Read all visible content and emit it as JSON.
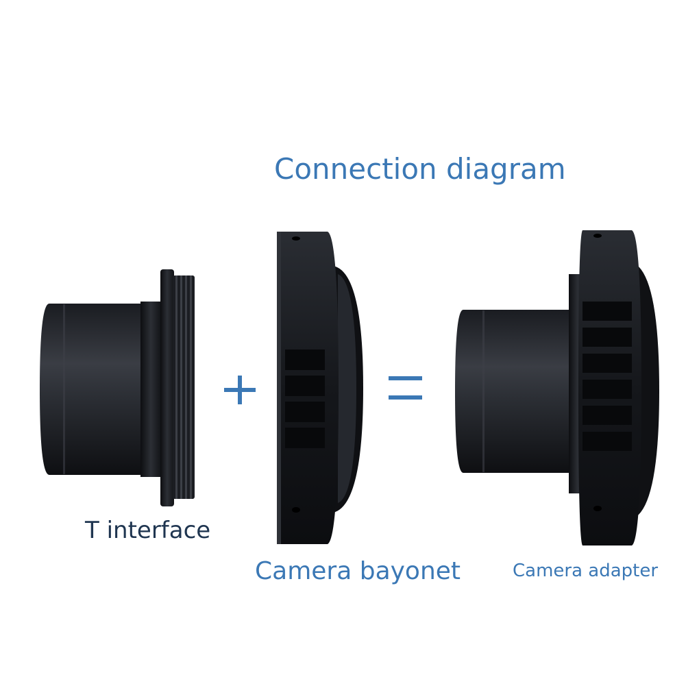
{
  "diagram": {
    "title": "Connection diagram",
    "operators": {
      "plus": "+",
      "equals": "="
    },
    "parts": [
      {
        "label": "T interface"
      },
      {
        "label": "Camera bayonet"
      },
      {
        "label": "Camera adapter"
      }
    ],
    "colors": {
      "title": "#3b78b5",
      "label_dark": "#1f3550",
      "accent": "#3b78b5",
      "metal_dark": "#111318",
      "metal_mid": "#2a2d33",
      "metal_light": "#4a4e56"
    }
  }
}
